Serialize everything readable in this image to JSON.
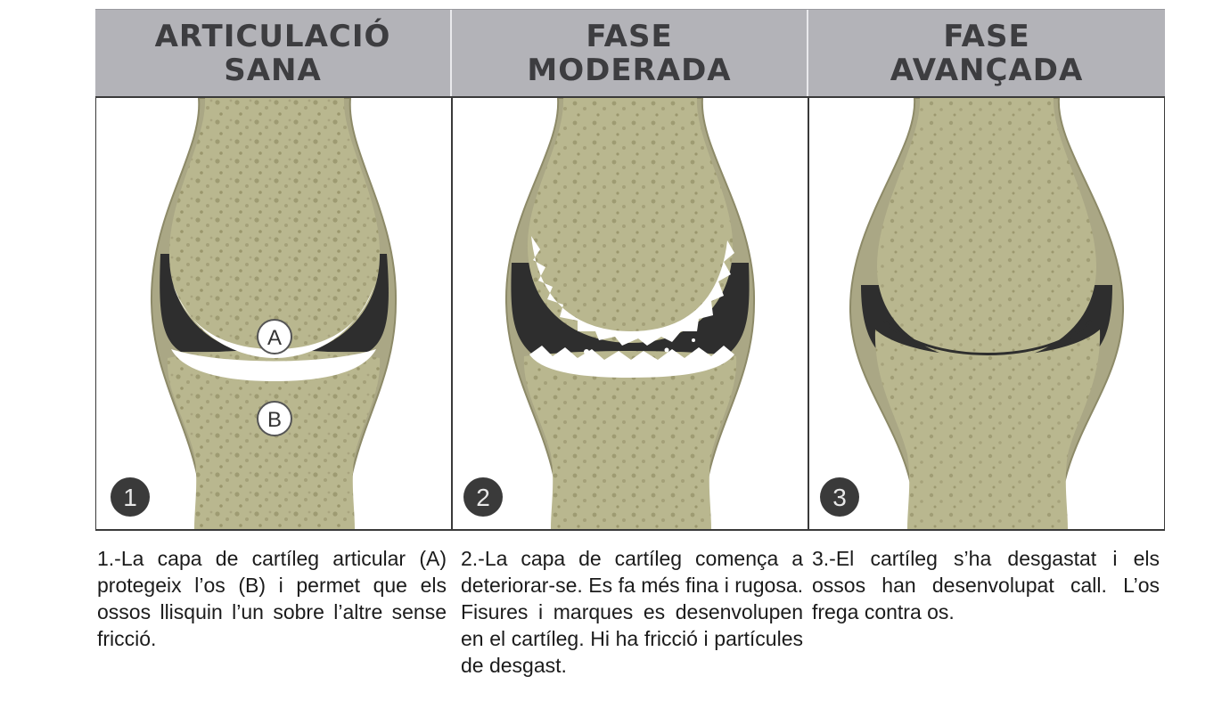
{
  "headers": [
    {
      "line1": "ARTICULACIÓ",
      "line2": "SANA"
    },
    {
      "line1": "FASE",
      "line2": "MODERADA"
    },
    {
      "line1": "FASE",
      "line2": "AVANÇADA"
    }
  ],
  "panels": [
    {
      "number": "1",
      "label_a": "A",
      "label_b": "B"
    },
    {
      "number": "2"
    },
    {
      "number": "3"
    }
  ],
  "captions": [
    "1.-La capa de cartíleg articular (A) protegeix l’os (B) i permet que els ossos llisquin l’un sobre l’altre sense fricció.",
    "2.-La capa de cartíleg comença a deteriorar-se. Es fa més fina i rugosa. Fisures i marques es desenvolupen en el cartíleg. Hi ha fricció i partícules de desgast.",
    "3.-El cartíleg s’ha desgastat i els ossos han desenvolupat call. L’os frega contra os."
  ],
  "colors": {
    "header_bg": "#b3b3b8",
    "bone": "#b9b78f",
    "bone_spot": "#9e9b72",
    "cartilage": "#ffffff",
    "joint_dark": "#2e2e2e",
    "number_bg": "#3a3a3a"
  }
}
